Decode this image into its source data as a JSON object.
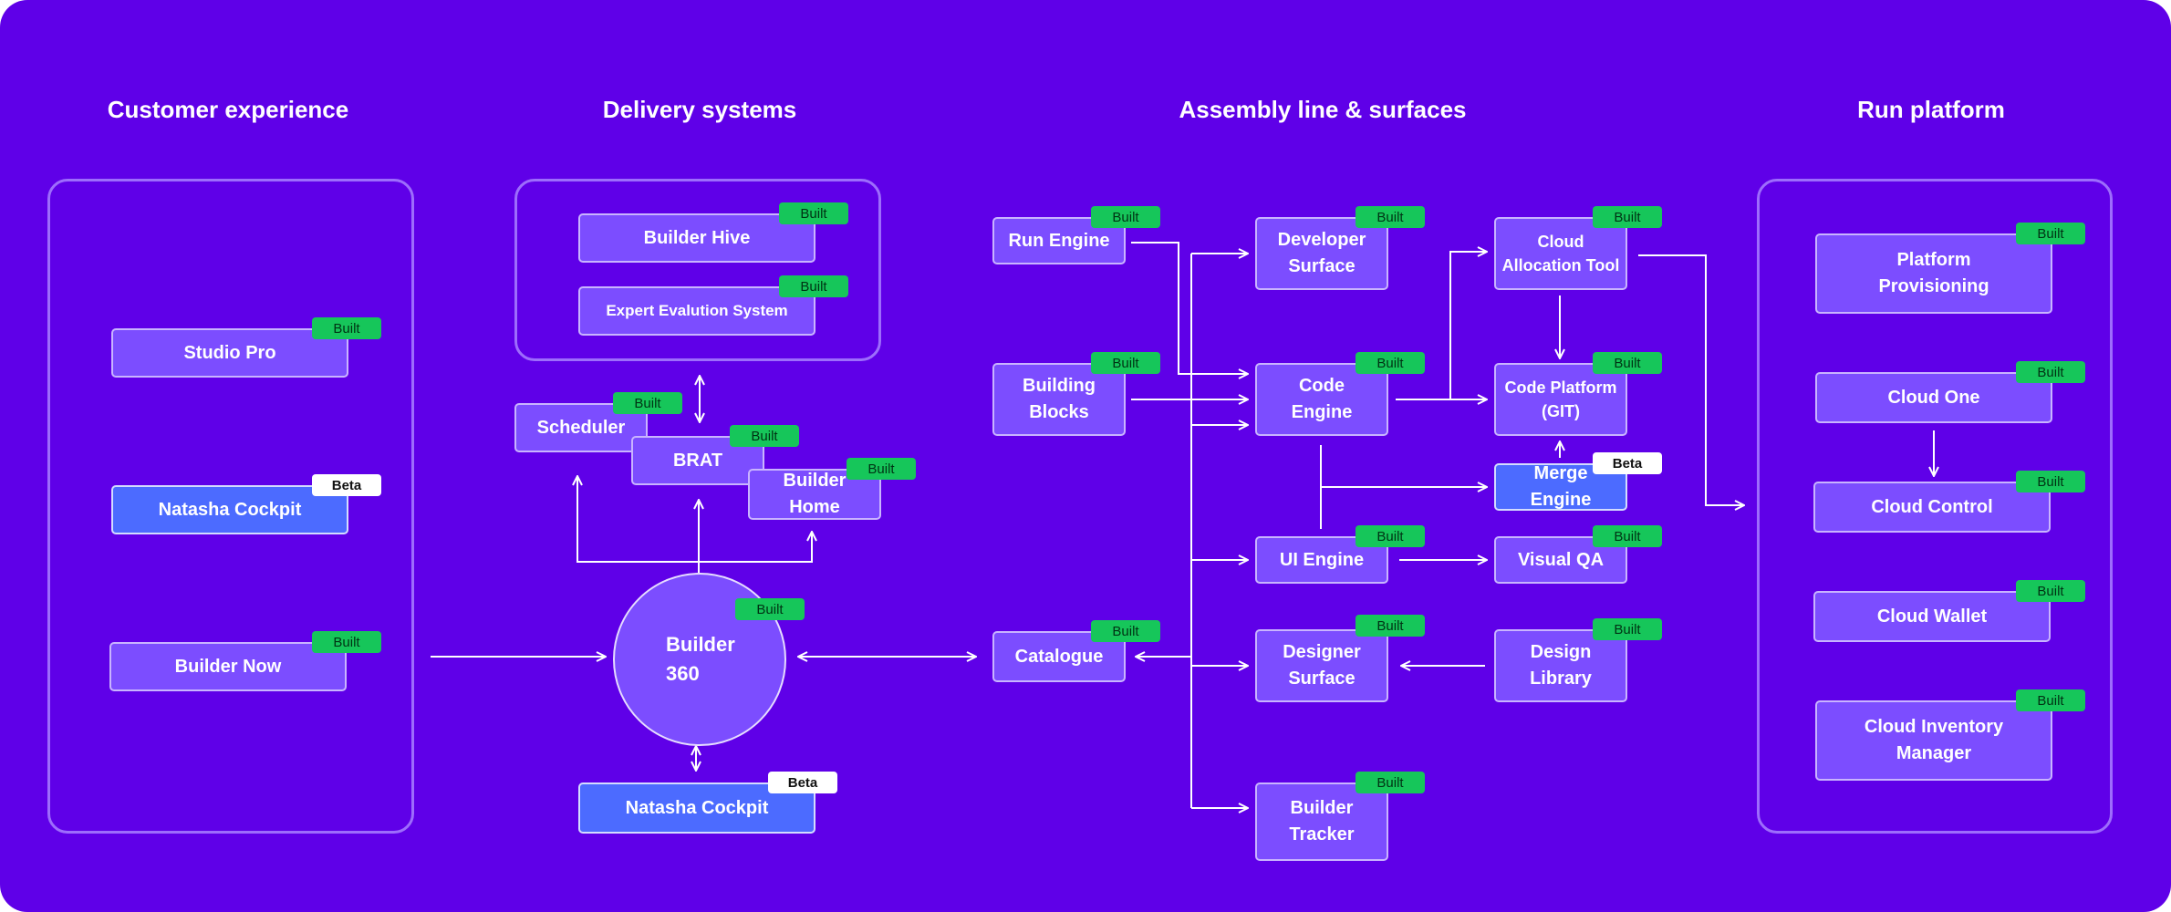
{
  "columns": {
    "customer": "Customer experience",
    "delivery": "Delivery systems",
    "assembly": "Assembly line & surfaces",
    "run": "Run platform"
  },
  "badges": {
    "built": "Built",
    "beta": "Beta"
  },
  "nodes": {
    "studio_pro": "Studio Pro",
    "natasha_cockpit": "Natasha Cockpit",
    "builder_now": "Builder Now",
    "builder_hive": "Builder Hive",
    "expert_evaluation_system": "Expert Evalution System",
    "scheduler": "Scheduler",
    "brat": "BRAT",
    "builder_home": "Builder Home",
    "builder_360_line1": "Builder",
    "builder_360_line2": "360",
    "natasha_cockpit_delivery": "Natasha Cockpit",
    "run_engine": "Run Engine",
    "building_blocks_line1": "Building",
    "building_blocks_line2": "Blocks",
    "catalogue": "Catalogue",
    "developer_surface_line1": "Developer",
    "developer_surface_line2": "Surface",
    "code_engine_line1": "Code",
    "code_engine_line2": "Engine",
    "ui_engine": "UI Engine",
    "designer_surface_line1": "Designer",
    "designer_surface_line2": "Surface",
    "builder_tracker_line1": "Builder",
    "builder_tracker_line2": "Tracker",
    "cloud_allocation_line1": "Cloud",
    "cloud_allocation_line2": "Allocation Tool",
    "code_platform_line1": "Code Platform",
    "code_platform_line2": "(GIT)",
    "merge_engine": "Merge Engine",
    "visual_qa": "Visual QA",
    "design_library_line1": "Design",
    "design_library_line2": "Library",
    "platform_provisioning_line1": "Platform",
    "platform_provisioning_line2": "Provisioning",
    "cloud_one": "Cloud One",
    "cloud_control": "Cloud Control",
    "cloud_wallet": "Cloud Wallet",
    "cloud_inventory_line1": "Cloud Inventory",
    "cloud_inventory_line2": "Manager"
  }
}
